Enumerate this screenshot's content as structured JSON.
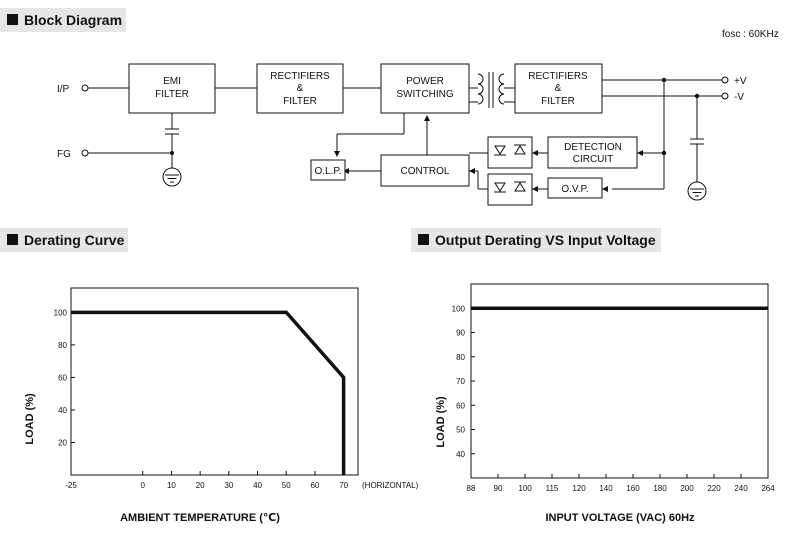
{
  "block_diagram": {
    "section_title": "Block Diagram",
    "fosc": "fosc : 60KHz",
    "labels": {
      "input": "I/P",
      "fg": "FG",
      "out_pos": "+V",
      "out_neg": "-V"
    },
    "blocks": {
      "emi_l1": "EMI",
      "emi_l2": "FILTER",
      "rect1_l1": "RECTIFIERS",
      "rect1_l2": "&",
      "rect1_l3": "FILTER",
      "power_l1": "POWER",
      "power_l2": "SWITCHING",
      "rect2_l1": "RECTIFIERS",
      "rect2_l2": "&",
      "rect2_l3": "FILTER",
      "olp": "O.L.P.",
      "control": "CONTROL",
      "detection_l1": "DETECTION",
      "detection_l2": "CIRCUIT",
      "ovp": "O.V.P."
    }
  },
  "chart_data": [
    {
      "type": "line",
      "title": "Derating Curve",
      "xlabel": "AMBIENT TEMPERATURE (℃)",
      "ylabel": "LOAD (%)",
      "x_suffix": "(HORIZONTAL)",
      "xticks": [
        "-25",
        "0",
        "10",
        "20",
        "30",
        "40",
        "50",
        "60",
        "70"
      ],
      "yticks": [
        "20",
        "40",
        "60",
        "80",
        "100"
      ],
      "xlim": [
        -25,
        75
      ],
      "ylim": [
        0,
        115
      ],
      "grid": false,
      "series": [
        {
          "x": [
            -25,
            50,
            70,
            70
          ],
          "y": [
            100,
            100,
            60,
            0
          ]
        }
      ]
    },
    {
      "type": "line",
      "title": "Output Derating VS Input Voltage",
      "xlabel": "INPUT VOLTAGE (VAC) 60Hz",
      "ylabel": "LOAD (%)",
      "xticks": [
        "88",
        "90",
        "100",
        "115",
        "120",
        "140",
        "160",
        "180",
        "200",
        "220",
        "240",
        "264"
      ],
      "yticks": [
        "40",
        "50",
        "60",
        "70",
        "80",
        "90",
        "100"
      ],
      "ylim": [
        30,
        110
      ],
      "grid": false,
      "series": [
        {
          "x": [
            "88",
            "264"
          ],
          "y": [
            100,
            100
          ]
        }
      ]
    }
  ]
}
